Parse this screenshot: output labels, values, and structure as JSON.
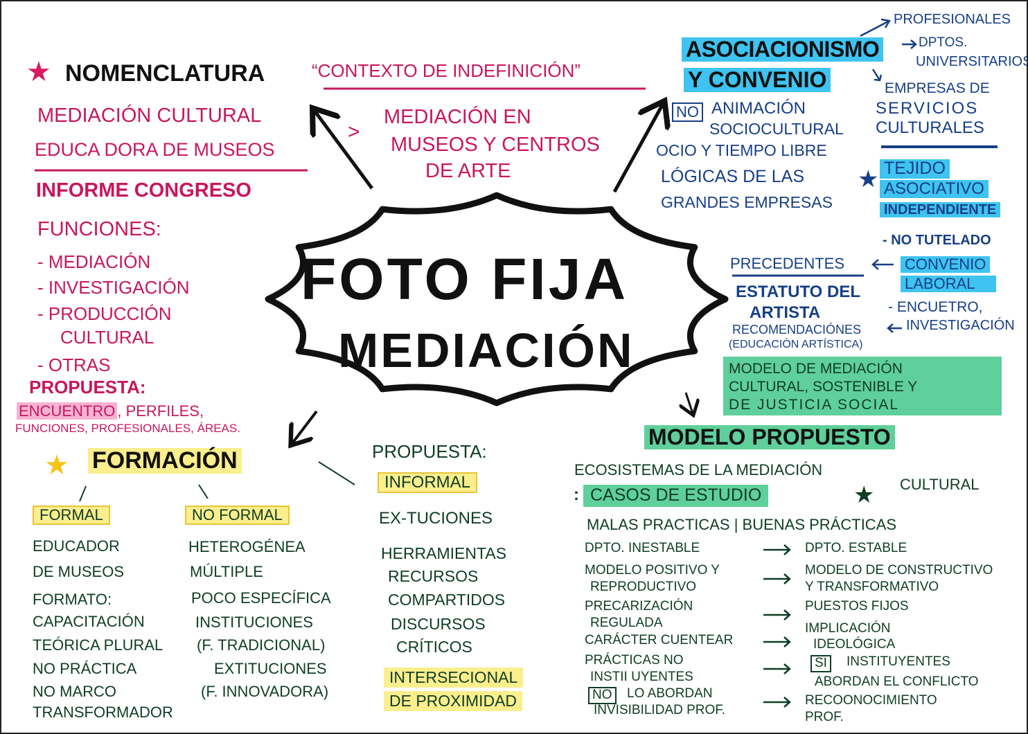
{
  "center": {
    "line1": "Foto Fija",
    "line2": "Mediación"
  },
  "nomenclatura": {
    "title": "Nomenclatura",
    "star_color": "#d81b60",
    "context": "“Contexto de indefinición”",
    "items": [
      "Mediación cultural",
      "Educa dora de museos"
    ],
    "informe": "Informe congreso",
    "funciones_title": "Funciones:",
    "funciones": [
      "- Mediación",
      "- Investigación",
      "- Producción",
      "Cultural",
      "- Otras"
    ],
    "propuesta_title": "Propuesta:",
    "propuesta_highlight": "Encuentro",
    "propuesta_rest": ", perfiles,",
    "propuesta_line2": "funciones, profesionales, áreas.",
    "gt": ">",
    "mediacion_en": [
      "Mediación en",
      "museos y centros",
      "de arte"
    ]
  },
  "asociacionismo": {
    "title1": "Asociacionismo",
    "title2": "y convenio",
    "highlight_color": "#3fc3f0",
    "branches": [
      "Profesionales",
      "Dptos.",
      "universitarios",
      "Empresas de",
      "servicios",
      "culturales"
    ],
    "no_label": "No",
    "no_items": [
      "Animación",
      "sociocultural",
      "ocio y tiempo libre",
      "lógicas de las",
      "grandes empresas"
    ],
    "tejido": [
      "Tejido",
      "asociativo",
      "independiente"
    ],
    "no_tutelado": "- No tutelado",
    "precedentes": "Precedentes",
    "convenio_laboral": [
      "Convenio",
      "laboral"
    ],
    "estatuto": [
      "Estatuto del",
      "artista"
    ],
    "encuentro": [
      "- Encuetro,",
      "investigación"
    ],
    "recomendaciones": [
      "Recomendaciónes",
      "(educación artística)"
    ],
    "modelo_box": [
      "Modelo de mediación",
      "cultural, sostenible y",
      "de justicia social"
    ]
  },
  "modelo": {
    "title": "Modelo propuesto",
    "highlight_color": "#5fcf9c",
    "ecosistemas": "Ecosistemas de la mediación",
    "cultural": "Cultural",
    "casos": "Casos de estudio",
    "colon": ":",
    "header": "Malas practicas | Buenas prácticas",
    "rows": [
      {
        "bad": [
          "Dpto. inestable"
        ],
        "good": [
          "Dpto. estable"
        ]
      },
      {
        "bad": [
          "Modelo positivo y",
          "reproductivo"
        ],
        "good": [
          "Modelo de constructivo",
          "y transformativo"
        ]
      },
      {
        "bad": [
          "Precarización",
          "regulada"
        ],
        "good": [
          "Puestos fijos"
        ]
      },
      {
        "bad": [
          "Carácter cuentear"
        ],
        "good": [
          "Implicación",
          "ideológica"
        ]
      },
      {
        "bad": [
          "Prácticas no",
          "instii uyentes"
        ],
        "good_box": "Si",
        "good": [
          "instituyentes",
          "abordan el conflicto"
        ]
      },
      {
        "bad_box": "No",
        "bad": [
          "lo abordan",
          "invisibilidad prof."
        ],
        "good": [
          "Recoonocimiento",
          "prof."
        ]
      }
    ]
  },
  "formacion": {
    "title": "Formación",
    "star_color": "#f5c518",
    "formal": {
      "label": "Formal",
      "items": [
        "Educador",
        "de museos",
        "Formato:",
        "capacitación",
        "teórica plural",
        "no práctica",
        "no marco",
        "transformador"
      ]
    },
    "no_formal": {
      "label": "No formal",
      "items": [
        "Heterogénea",
        "múltiple",
        "poco específica",
        "instituciones",
        "(f. tradicional)",
        "extituciones",
        "(f. innovadora)"
      ]
    },
    "propuesta": {
      "title": "Propuesta:",
      "informal": "Informal",
      "extituciones": "Ex-tuciones",
      "items": [
        "Herramientas",
        "recursos",
        "compartidos",
        "discursos",
        "críticos"
      ],
      "intersecional": [
        "Intersecional",
        "de proximidad"
      ]
    }
  }
}
